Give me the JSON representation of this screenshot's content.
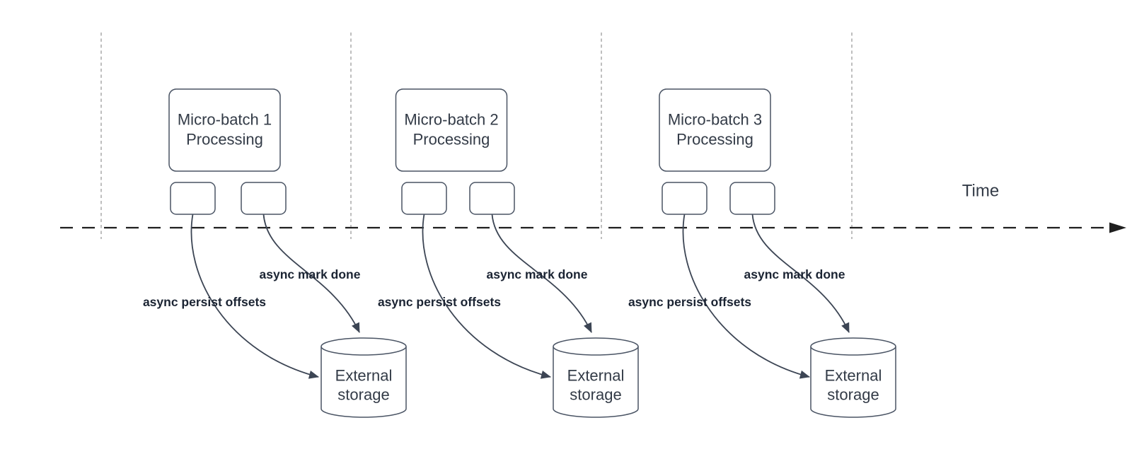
{
  "diagram": {
    "time_label": "Time",
    "groups": [
      {
        "title_line1": "Micro-batch 1",
        "title_line2": "Processing",
        "persist_label": "async persist offsets",
        "mark_done_label": "async mark done",
        "storage_line1": "External",
        "storage_line2": "storage"
      },
      {
        "title_line1": "Micro-batch 2",
        "title_line2": "Processing",
        "persist_label": "async persist offsets",
        "mark_done_label": "async mark done",
        "storage_line1": "External",
        "storage_line2": "storage"
      },
      {
        "title_line1": "Micro-batch 3",
        "title_line2": "Processing",
        "persist_label": "async persist offsets",
        "mark_done_label": "async mark done",
        "storage_line1": "External",
        "storage_line2": "storage"
      }
    ],
    "colors": {
      "background": "#ffffff",
      "shape_stroke": "#4a5464",
      "shape_fill": "#ffffff",
      "text": "#333b47",
      "label_text": "#1b2433",
      "axis": "#1f1f1f",
      "guide": "#a9a9a9",
      "connector": "#3c4554"
    }
  }
}
